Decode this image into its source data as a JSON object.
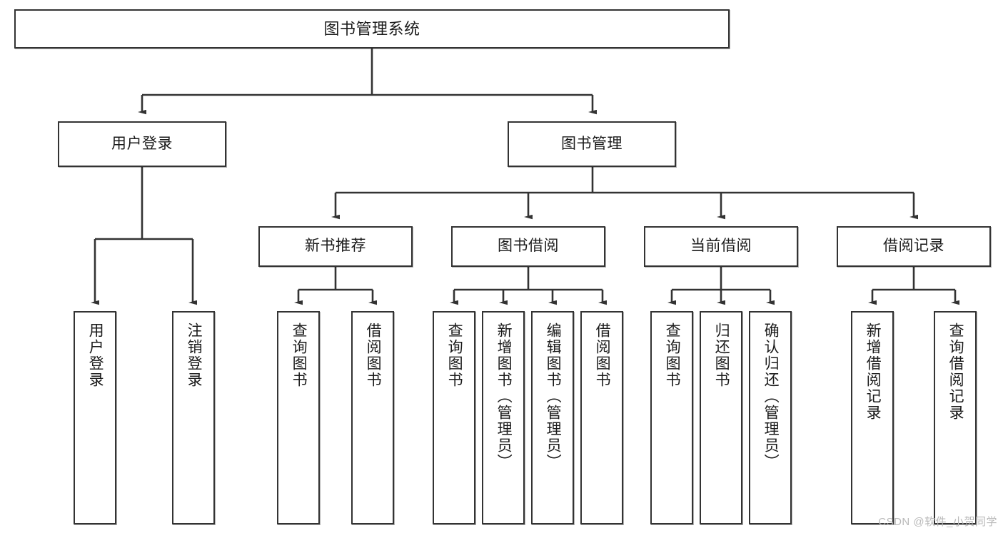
{
  "diagram": {
    "title": "图书管理系统",
    "watermark": "CSDN @软件_小贺同学",
    "stroke_color": "#333333",
    "text_color": "#1b1b1b",
    "background_color": "#ffffff",
    "nodes": {
      "root": {
        "label": "图书管理系统"
      },
      "level2": [
        {
          "id": "user-login",
          "label": "用户登录"
        },
        {
          "id": "book-manage",
          "label": "图书管理"
        }
      ],
      "level3": [
        {
          "id": "new-book-recommend",
          "label": "新书推荐"
        },
        {
          "id": "book-borrow",
          "label": "图书借阅"
        },
        {
          "id": "current-borrow",
          "label": "当前借阅"
        },
        {
          "id": "borrow-record",
          "label": "借阅记录"
        }
      ],
      "leaves": {
        "user-login": [
          {
            "id": "leaf-user-login",
            "label": "用户登录"
          },
          {
            "id": "leaf-logout-login",
            "label": "注销登录"
          }
        ],
        "new-book-recommend": [
          {
            "id": "leaf-query-book-1",
            "label": "查询图书"
          },
          {
            "id": "leaf-borrow-book-1",
            "label": "借阅图书"
          }
        ],
        "book-borrow": [
          {
            "id": "leaf-query-book-2",
            "label": "查询图书"
          },
          {
            "id": "leaf-add-book",
            "label": "新增图书（管理员）"
          },
          {
            "id": "leaf-edit-book",
            "label": "编辑图书（管理员）"
          },
          {
            "id": "leaf-borrow-book-2",
            "label": "借阅图书"
          }
        ],
        "current-borrow": [
          {
            "id": "leaf-query-book-3",
            "label": "查询图书"
          },
          {
            "id": "leaf-return-book",
            "label": "归还图书"
          },
          {
            "id": "leaf-confirm-return",
            "label": "确认归还（管理员）"
          }
        ],
        "borrow-record": [
          {
            "id": "leaf-add-record",
            "label": "新增借阅记录"
          },
          {
            "id": "leaf-query-record",
            "label": "查询借阅记录"
          }
        ]
      }
    }
  }
}
